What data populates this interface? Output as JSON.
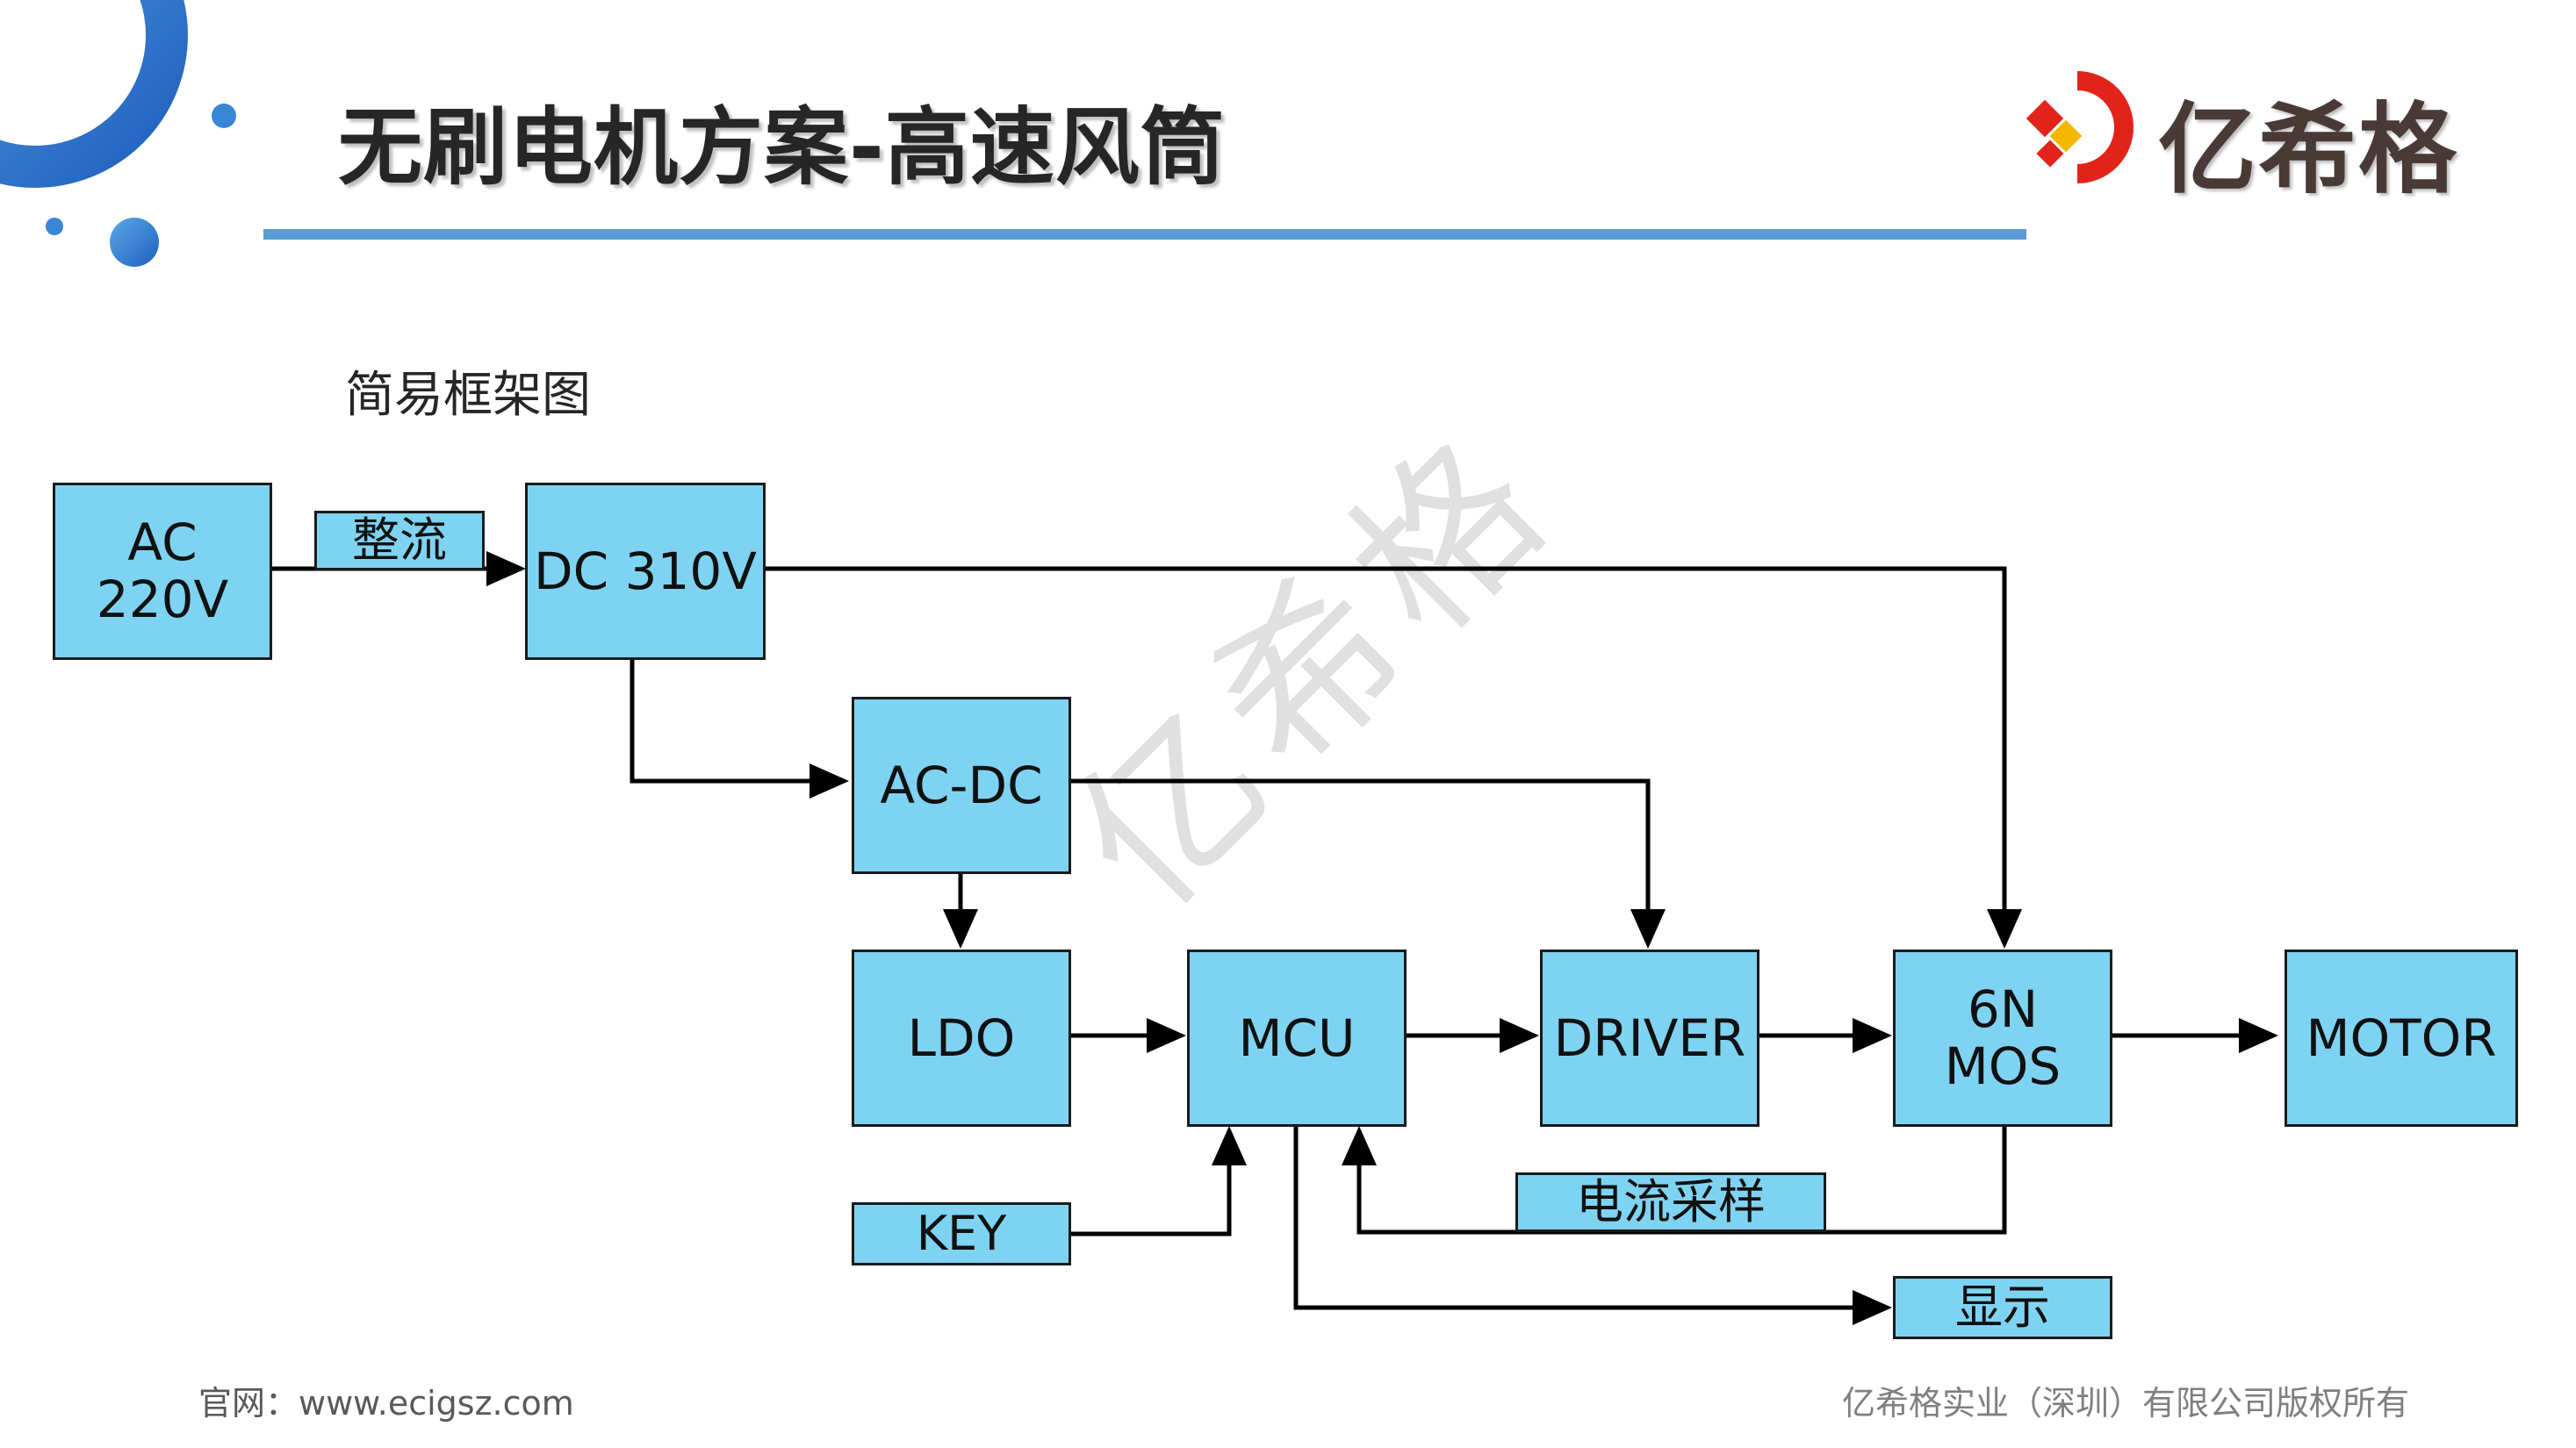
{
  "slide": {
    "title": "无刷电机方案-高速风筒",
    "subtitle": "简易框架图",
    "brand": {
      "name": "亿希格",
      "colors": {
        "red": "#e2231a",
        "yellow": "#f5b800",
        "text": "#4a3a36"
      }
    },
    "watermark": "亿希格",
    "footer": {
      "left": "官网：www.ecigsz.com",
      "right": "亿希格实业（深圳）有限公司版权所有"
    },
    "accent_color": "#5b9bd5"
  },
  "diagram": {
    "box_color": "#7fd3f2",
    "blocks": {
      "ac220": "AC 220V",
      "dc310": "DC 310V",
      "acdc": "AC-DC",
      "ldo": "LDO",
      "mcu": "MCU",
      "driver": "DRIVER",
      "mos": "6N\nMOS",
      "motor": "MOTOR",
      "key": "KEY"
    },
    "labels": {
      "rectify": "整流",
      "current_sampling": "电流采样",
      "display": "显示"
    }
  }
}
